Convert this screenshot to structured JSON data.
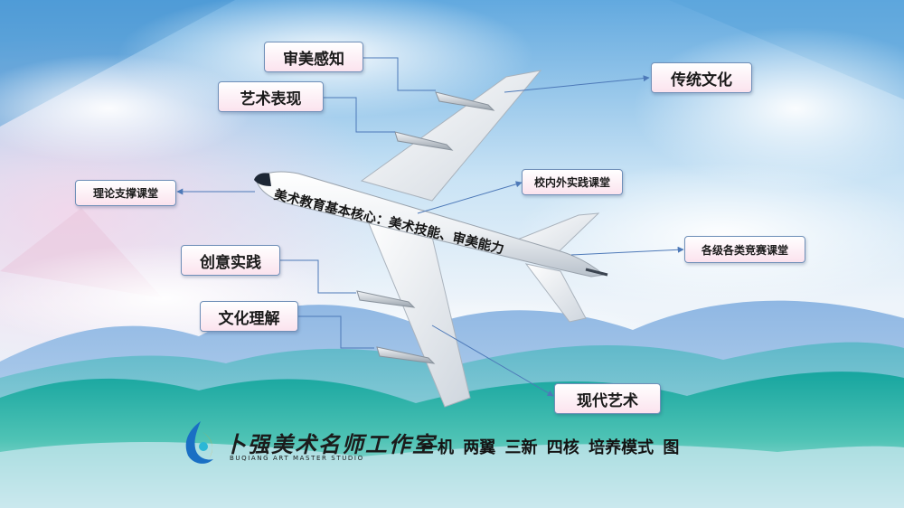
{
  "labels": {
    "aesthetic_perception": "审美感知",
    "art_expression": "艺术表现",
    "theory_support_class": "理论支撑课堂",
    "creative_practice": "创意实践",
    "cultural_understanding": "文化理解",
    "traditional_culture": "传统文化",
    "campus_practice_class": "校内外实践课堂",
    "competition_class": "各级各类竞赛课堂",
    "modern_art": "现代艺术"
  },
  "fuselage_text": "美术教育基本核心：美术技能、审美能力",
  "brand": {
    "studio_name_cn": "卜强美术名师工作室",
    "studio_name_en": "BUQIANG ART MASTER STUDIO"
  },
  "diagram_title": "一机 两翼 三新 四核 培养模式 图",
  "colors": {
    "sky_top": "#4f9cd6",
    "mountain_teal": "#1fa7a8",
    "arrow": "#4d79b8",
    "label_border": "#6f8fb8"
  }
}
